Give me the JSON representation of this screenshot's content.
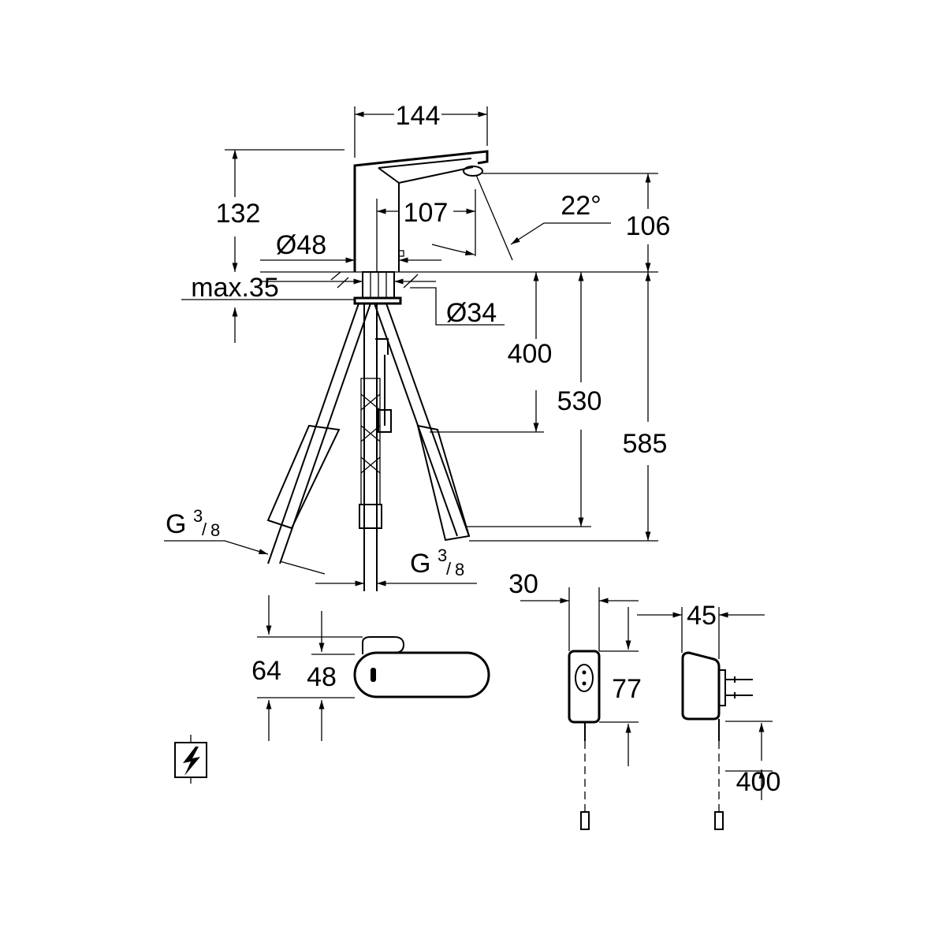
{
  "dimensions": {
    "width_total": "144",
    "height_top": "132",
    "spout_reach": "107",
    "angle": "22°",
    "spout_height": "106",
    "base_diameter": "Ø48",
    "max_thickness": "max.35",
    "hole_diameter": "Ø34",
    "hose_short": "400",
    "hose_mid": "530",
    "hose_long": "585",
    "thread_left": {
      "g": "G",
      "num": "3",
      "den": "8"
    },
    "thread_right": {
      "g": "G",
      "num": "3",
      "den": "8"
    },
    "footprint_depth": "64",
    "footprint_inner": "48",
    "adapter_width": "30",
    "adapter_height": "77",
    "plug_depth": "45",
    "cable_length": "400"
  }
}
